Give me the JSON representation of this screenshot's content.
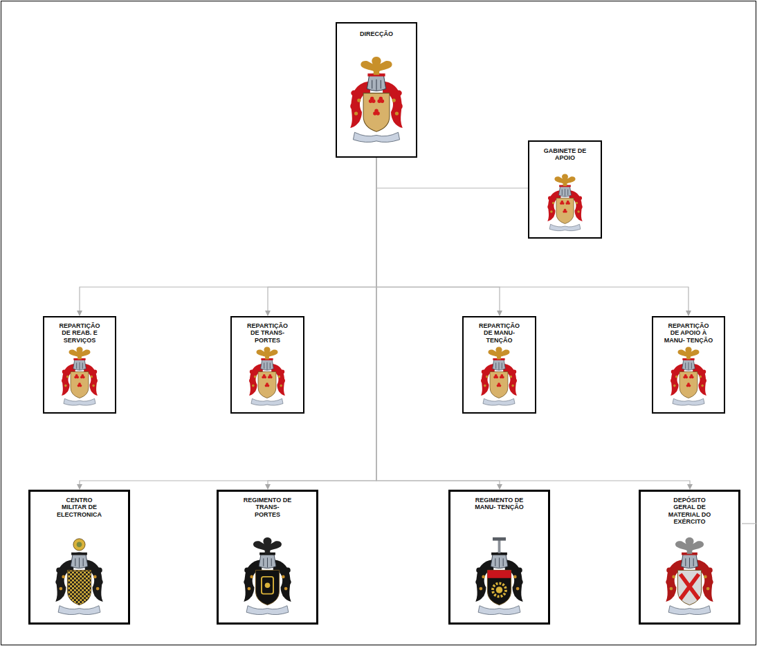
{
  "diagram": {
    "nodes": [
      {
        "text": [
          "DIRECÇÃO"
        ]
      },
      {
        "text": [
          "GABINETE DE APOIO"
        ]
      },
      {
        "text": [
          "REPARTIÇÃO DE REAB. E SERVIÇOS"
        ]
      },
      {
        "text": [
          "REPARTIÇÃO DE TRANS- PORTES"
        ]
      },
      {
        "text": [
          "REPARTIÇÃO DE MANU- TENÇÃO"
        ]
      },
      {
        "text": [
          "REPARTIÇÃO DE APOIO À MANU- TENÇÃO"
        ]
      },
      {
        "text": [
          "CENTRO MILITAR DE ELECTRONICA"
        ]
      },
      {
        "text": [
          "REGIMENTO DE TRANS- PORTES"
        ]
      },
      {
        "text": [
          "REGIMENTO DE MANU- TENÇÃO"
        ]
      },
      {
        "text": [
          "DEPÓSITO GERAL DE MATERIAL DO EXÉRCITO"
        ]
      }
    ],
    "edges": [
      {
        "from": 0,
        "to": 1,
        "arrow": "none"
      },
      {
        "from": 0,
        "to": 2,
        "arrow": "to"
      },
      {
        "from": 0,
        "to": 3,
        "arrow": "to"
      },
      {
        "from": 0,
        "to": 4,
        "arrow": "to"
      },
      {
        "from": 0,
        "to": 5,
        "arrow": "to"
      },
      {
        "from": 0,
        "to": 6,
        "arrow": "to"
      },
      {
        "from": 0,
        "to": 7,
        "arrow": "to"
      },
      {
        "from": 0,
        "to": 8,
        "arrow": "to"
      },
      {
        "from": 0,
        "to": 9,
        "arrow": "to"
      }
    ]
  }
}
